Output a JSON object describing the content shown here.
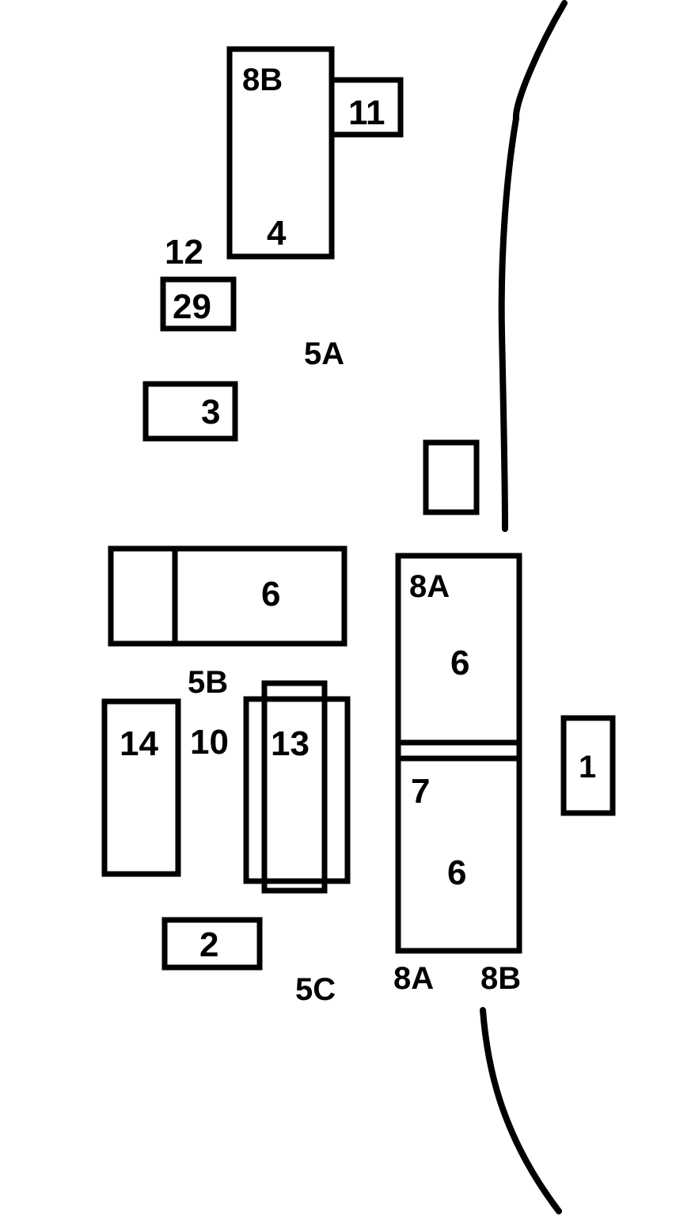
{
  "labels": {
    "top_8b": "8B",
    "box_11": "11",
    "box_4": "4",
    "area_12": "12",
    "box_29": "29",
    "area_5a": "5A",
    "box_3": "3",
    "left_6": "6",
    "right_8a": "8A",
    "right_upper_6": "6",
    "area_5b": "5B",
    "box_14": "14",
    "area_10": "10",
    "box_13": "13",
    "right_7": "7",
    "box_1": "1",
    "right_lower_6": "6",
    "box_2": "2",
    "area_5c": "5C",
    "bottom_8a": "8A",
    "bottom_8b": "8B"
  }
}
